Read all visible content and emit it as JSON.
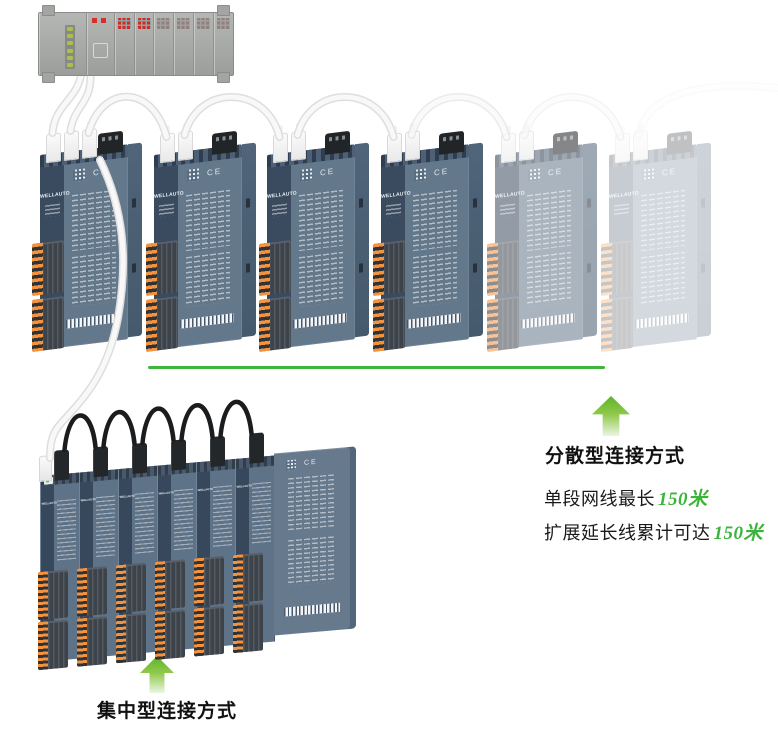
{
  "colors": {
    "accent_green": "#3cb43c",
    "divider_green": "#3fb53f",
    "arrow_green_top": "#5fb32a",
    "arrow_green_bottom": "#eaf5e3",
    "module_body": "#64788c",
    "module_band": "#3a4b5f",
    "terminal_orange": "#f5923e",
    "cable_white": "#f8f8f8",
    "rack_gray": "#9b9e9b",
    "led_red": "#cf2b24",
    "led_green": "#a9c14b"
  },
  "plc_rack": {
    "power_led_count": 6,
    "io_slot_count": 6
  },
  "top_row": {
    "brand": "WELLAUTO",
    "ce_label": "CE",
    "modules": [
      {
        "opacity": 1,
        "plugs": 3
      },
      {
        "opacity": 1,
        "plugs": 2
      },
      {
        "opacity": 1,
        "plugs": 2
      },
      {
        "opacity": 1,
        "plugs": 2
      },
      {
        "opacity": 0.55,
        "plugs": 2
      },
      {
        "opacity": 0.28,
        "plugs": 2
      }
    ]
  },
  "bottom_cluster": {
    "brand": "WELLAUTO",
    "ce_label": "CE",
    "module_count": 6
  },
  "distributed_section": {
    "heading": "分散型连接方式",
    "lines": [
      {
        "prefix": "单段网线最长",
        "highlight": "150米"
      },
      {
        "prefix": "扩展延长线累计可达",
        "highlight": "150米"
      }
    ]
  },
  "centralized_section": {
    "heading": "集中型连接方式"
  }
}
